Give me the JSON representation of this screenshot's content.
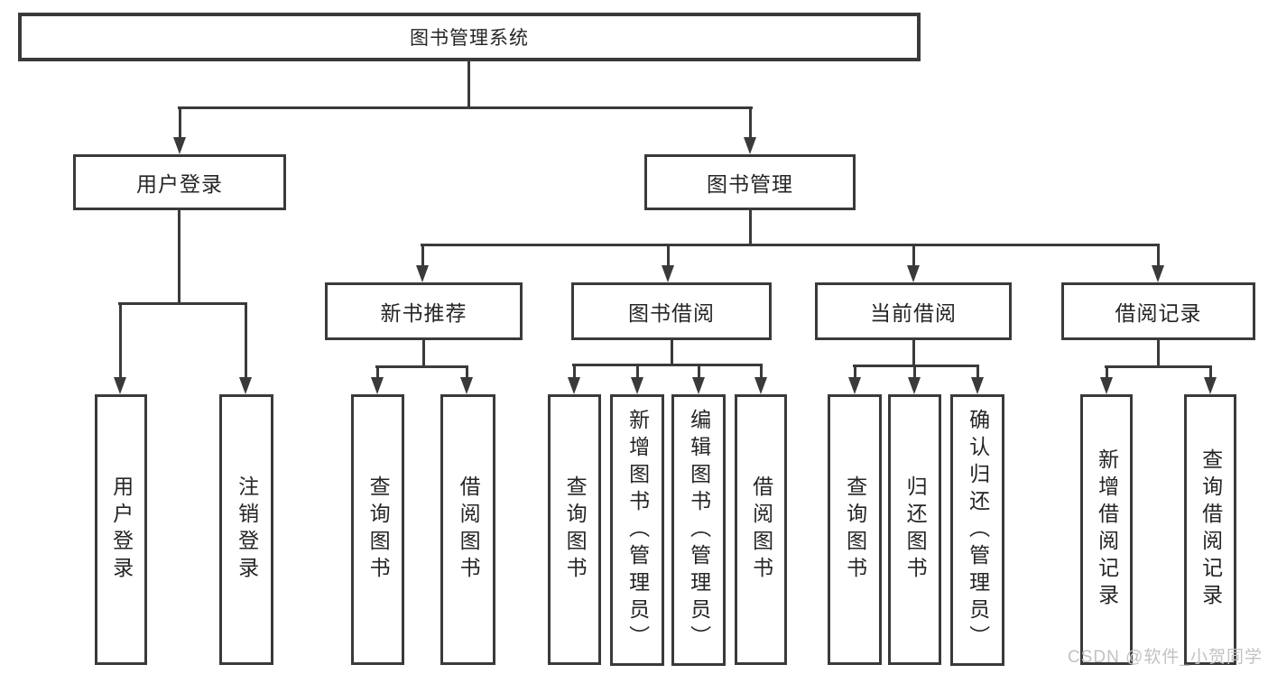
{
  "diagram_title": "图书管理系统",
  "tree": {
    "root": {
      "label": "图书管理系统",
      "children": [
        {
          "label": "用户登录",
          "children": [
            {
              "label": "用户登录"
            },
            {
              "label": "注销登录"
            }
          ]
        },
        {
          "label": "图书管理",
          "children": [
            {
              "label": "新书推荐",
              "children": [
                {
                  "label": "查询图书"
                },
                {
                  "label": "借阅图书"
                }
              ]
            },
            {
              "label": "图书借阅",
              "children": [
                {
                  "label": "查询图书"
                },
                {
                  "label": "新增图书（管理员）"
                },
                {
                  "label": "编辑图书（管理员）"
                },
                {
                  "label": "借阅图书"
                }
              ]
            },
            {
              "label": "当前借阅",
              "children": [
                {
                  "label": "查询图书"
                },
                {
                  "label": "归还图书"
                },
                {
                  "label": "确认归还（管理员）"
                }
              ]
            },
            {
              "label": "借阅记录",
              "children": [
                {
                  "label": "新增借阅记录"
                },
                {
                  "label": "查询借阅记录"
                }
              ]
            }
          ]
        }
      ]
    }
  },
  "watermark": {
    "text": "CSDN @软件_小贺同学"
  },
  "colors": {
    "line": "#3a3a3a",
    "text": "#252525",
    "watermark": "#c2c2c2",
    "background": "#ffffff"
  }
}
